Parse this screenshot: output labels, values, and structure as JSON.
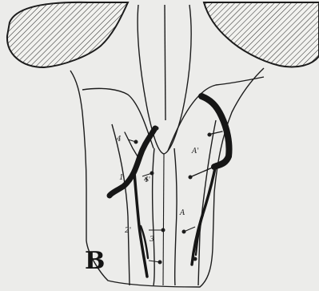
{
  "figure": {
    "panel_label": "B",
    "labels": {
      "n4_left": "4",
      "n4_inner": "4'",
      "n1": "1",
      "n2": "2'",
      "n3": "3",
      "a_prime": "A'",
      "a": "A"
    },
    "colors": {
      "background": "#ececea",
      "ink": "#1c1c1c",
      "vessel": "#161616"
    }
  }
}
